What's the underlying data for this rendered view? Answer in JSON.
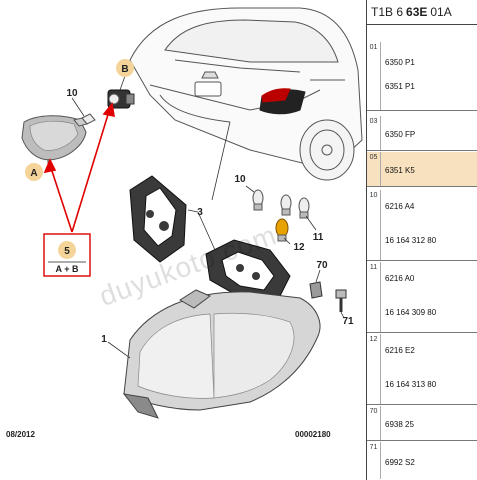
{
  "header": {
    "prefix": "T1B 6",
    "bold": "63E",
    "suffix": "01A"
  },
  "callouts": {
    "c1": "1",
    "c3": "3",
    "c5": "5",
    "c5_sub": "A + B",
    "c10a": "10",
    "c10b": "10",
    "c11": "11",
    "c12": "12",
    "c70": "70",
    "c71": "71",
    "cA": "A",
    "cB": "B"
  },
  "footer": {
    "left": "08/2012",
    "right": "00002180"
  },
  "watermark": "duyukoto.com",
  "rows": [
    {
      "num": "01",
      "lines": [
        "6350 P1",
        "6351 P1"
      ]
    },
    {
      "num": "03",
      "lines": [
        "6350 FP"
      ]
    },
    {
      "num": "05",
      "lines": [
        "6351 K5"
      ],
      "highlight": true
    },
    {
      "num": "10",
      "lines": [
        "6216 A4",
        "16 164 312 80"
      ]
    },
    {
      "num": "11",
      "lines": [
        "6216 A0",
        "16 164 309 80"
      ]
    },
    {
      "num": "12",
      "lines": [
        "6216 E2",
        "16 164 313 80"
      ]
    },
    {
      "num": "70",
      "lines": [
        "6938 25"
      ]
    },
    {
      "num": "71",
      "lines": [
        "6992 S2"
      ]
    }
  ],
  "colors": {
    "callout_fill": "#f5d49a",
    "arrow": "#e00000",
    "highlight": "#f8e1bf"
  }
}
